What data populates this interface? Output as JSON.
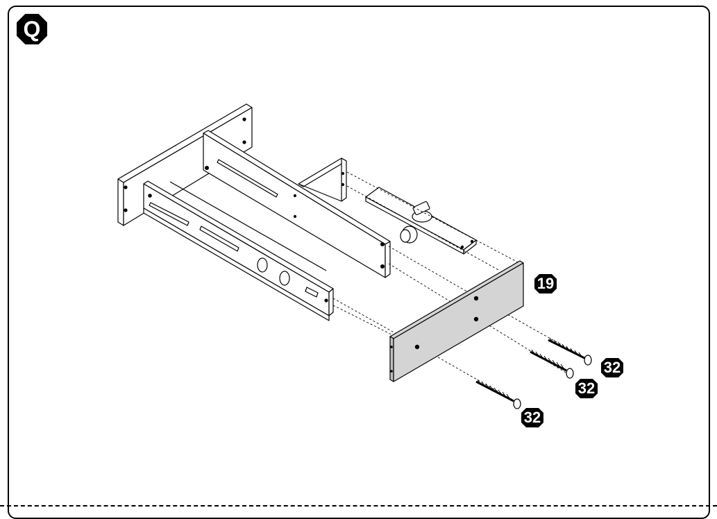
{
  "step": {
    "label": "Q"
  },
  "parts": {
    "panel": {
      "label": "19"
    },
    "screws": [
      {
        "label": "32"
      },
      {
        "label": "32"
      },
      {
        "label": "32"
      }
    ]
  },
  "colors": {
    "line": "#000000",
    "panel_fill": "#d4d4d4",
    "background": "#ffffff"
  }
}
